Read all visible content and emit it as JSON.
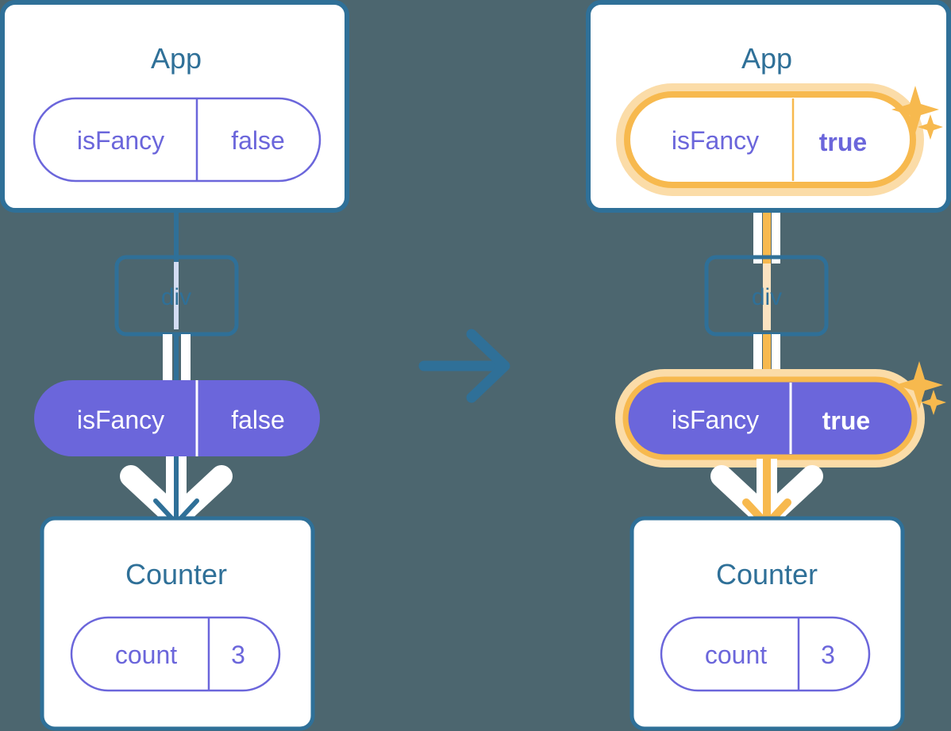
{
  "diagram": {
    "title_left": "",
    "title_right": "",
    "background_color": "#4C666F",
    "colors": {
      "box_border": "#2F7098",
      "box_fill": "#FFFFFF",
      "title_text": "#2F7098",
      "state_purple": "#6B66DB",
      "state_purple_text": "#FFFFFF",
      "pill_outline": "#6B66DB",
      "highlight_orange": "#F7B94E",
      "highlight_glow": "#FBDCA8",
      "line_blue": "#2F7098",
      "line_blue_light": "#D3DCF2",
      "line_orange_light": "#FBE3C0",
      "arrow_white": "#FFFFFF",
      "transition_arrow": "#2F7098"
    },
    "transition_arrow": {
      "name": "right-arrow",
      "direction": "right",
      "color": "#2F7098"
    },
    "panels": [
      {
        "id": "before",
        "app": {
          "title": "App",
          "state_pill": {
            "key": "isFancy",
            "value": "false",
            "style": "outline",
            "highlighted": false,
            "value_bold": false
          }
        },
        "dom_node": {
          "label": "div"
        },
        "prop_pill": {
          "key": "isFancy",
          "value": "false",
          "style": "filled",
          "highlighted": false,
          "value_bold": false
        },
        "counter": {
          "title": "Counter",
          "state_pill": {
            "key": "count",
            "value": "3",
            "style": "outline",
            "highlighted": false,
            "value_bold": false
          }
        },
        "flow_color": "#2F7098",
        "sparkles": []
      },
      {
        "id": "after",
        "app": {
          "title": "App",
          "state_pill": {
            "key": "isFancy",
            "value": "true",
            "style": "outline",
            "highlighted": true,
            "value_bold": true
          }
        },
        "dom_node": {
          "label": "div"
        },
        "prop_pill": {
          "key": "isFancy",
          "value": "true",
          "style": "filled",
          "highlighted": true,
          "value_bold": true
        },
        "counter": {
          "title": "Counter",
          "state_pill": {
            "key": "count",
            "value": "3",
            "style": "outline",
            "highlighted": false,
            "value_bold": false
          }
        },
        "flow_color": "#F7B94E",
        "sparkles": [
          "sparkle-large",
          "sparkle-small"
        ]
      }
    ]
  }
}
